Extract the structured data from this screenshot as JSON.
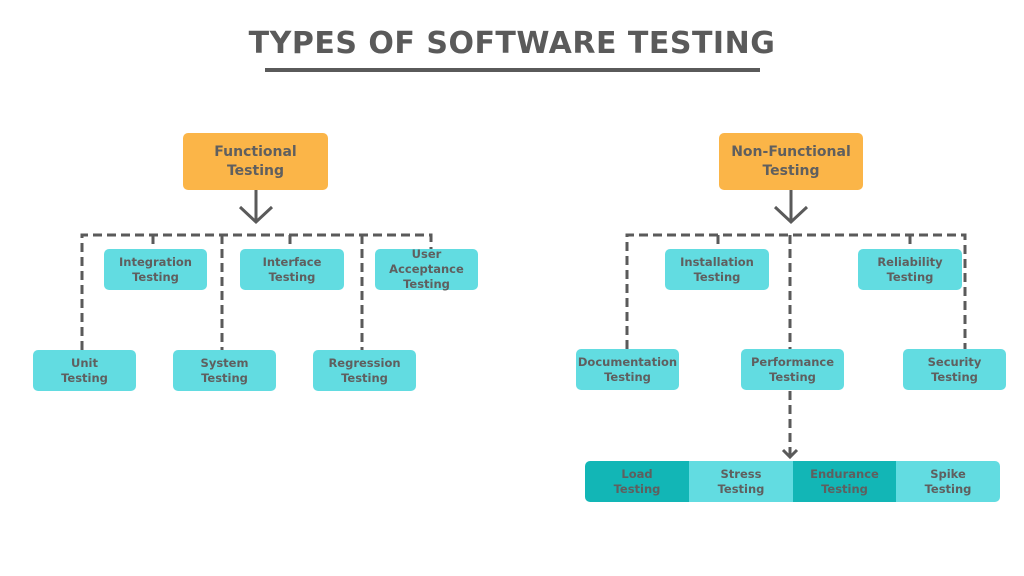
{
  "title": "TYPES OF SOFTWARE TESTING",
  "colors": {
    "root": "#FBB548",
    "child": "#62DCE1",
    "child_dark": "#12B6B6",
    "line": "#5a5a5a"
  },
  "functional": {
    "label": "Functional\nTesting",
    "children": [
      "Integration\nTesting",
      "Interface\nTesting",
      "User Acceptance\nTesting",
      "Unit\nTesting",
      "System\nTesting",
      "Regression\nTesting"
    ]
  },
  "non_functional": {
    "label": "Non-Functional\nTesting",
    "children": [
      "Installation\nTesting",
      "Reliability\nTesting",
      "Documentation\nTesting",
      "Performance\nTesting",
      "Security\nTesting"
    ]
  },
  "performance_types": [
    "Load\nTesting",
    "Stress\nTesting",
    "Endurance\nTesting",
    "Spike\nTesting"
  ]
}
